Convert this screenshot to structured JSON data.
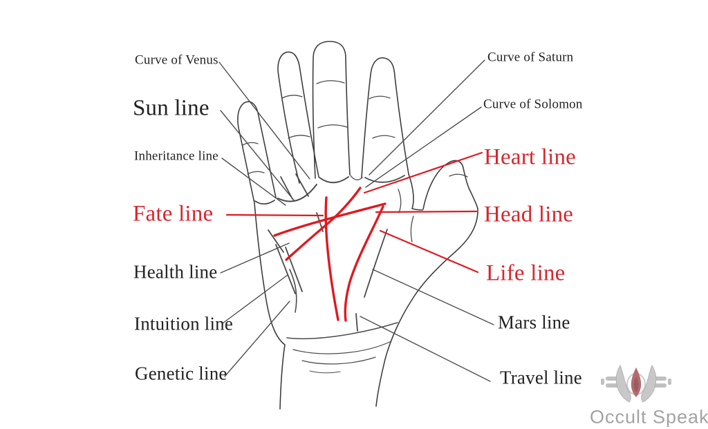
{
  "labels": {
    "left": [
      {
        "text": "Curve of Venus",
        "style": "small",
        "color": "black"
      },
      {
        "text": "Sun line",
        "style": "large",
        "color": "black"
      },
      {
        "text": "Inheritance line",
        "style": "small",
        "color": "black"
      },
      {
        "text": "Fate line",
        "style": "large",
        "color": "red"
      },
      {
        "text": "Health line",
        "style": "medium",
        "color": "black"
      },
      {
        "text": "Intuition line",
        "style": "medium",
        "color": "black"
      },
      {
        "text": "Genetic line",
        "style": "medium",
        "color": "black"
      }
    ],
    "right": [
      {
        "text": "Curve of Saturn",
        "style": "small",
        "color": "black"
      },
      {
        "text": "Curve of Solomon",
        "style": "small",
        "color": "black"
      },
      {
        "text": "Heart line",
        "style": "large",
        "color": "red"
      },
      {
        "text": "Head line",
        "style": "large",
        "color": "red"
      },
      {
        "text": "Life line",
        "style": "large",
        "color": "red"
      },
      {
        "text": "Mars line",
        "style": "medium",
        "color": "black"
      },
      {
        "text": "Travel line",
        "style": "medium",
        "color": "black"
      }
    ]
  },
  "watermark": {
    "brand": "Occult Speak",
    "logo": "lotus-flame-logo"
  },
  "colors": {
    "highlight_red_text": "#d8262c",
    "highlight_red_line": "#e0191f",
    "ink_black": "#222222",
    "outline_gray": "#3d3d3d",
    "leader_gray": "#4d4d4d",
    "watermark_gray": "#a3a3a3",
    "background": "#ffffff"
  }
}
